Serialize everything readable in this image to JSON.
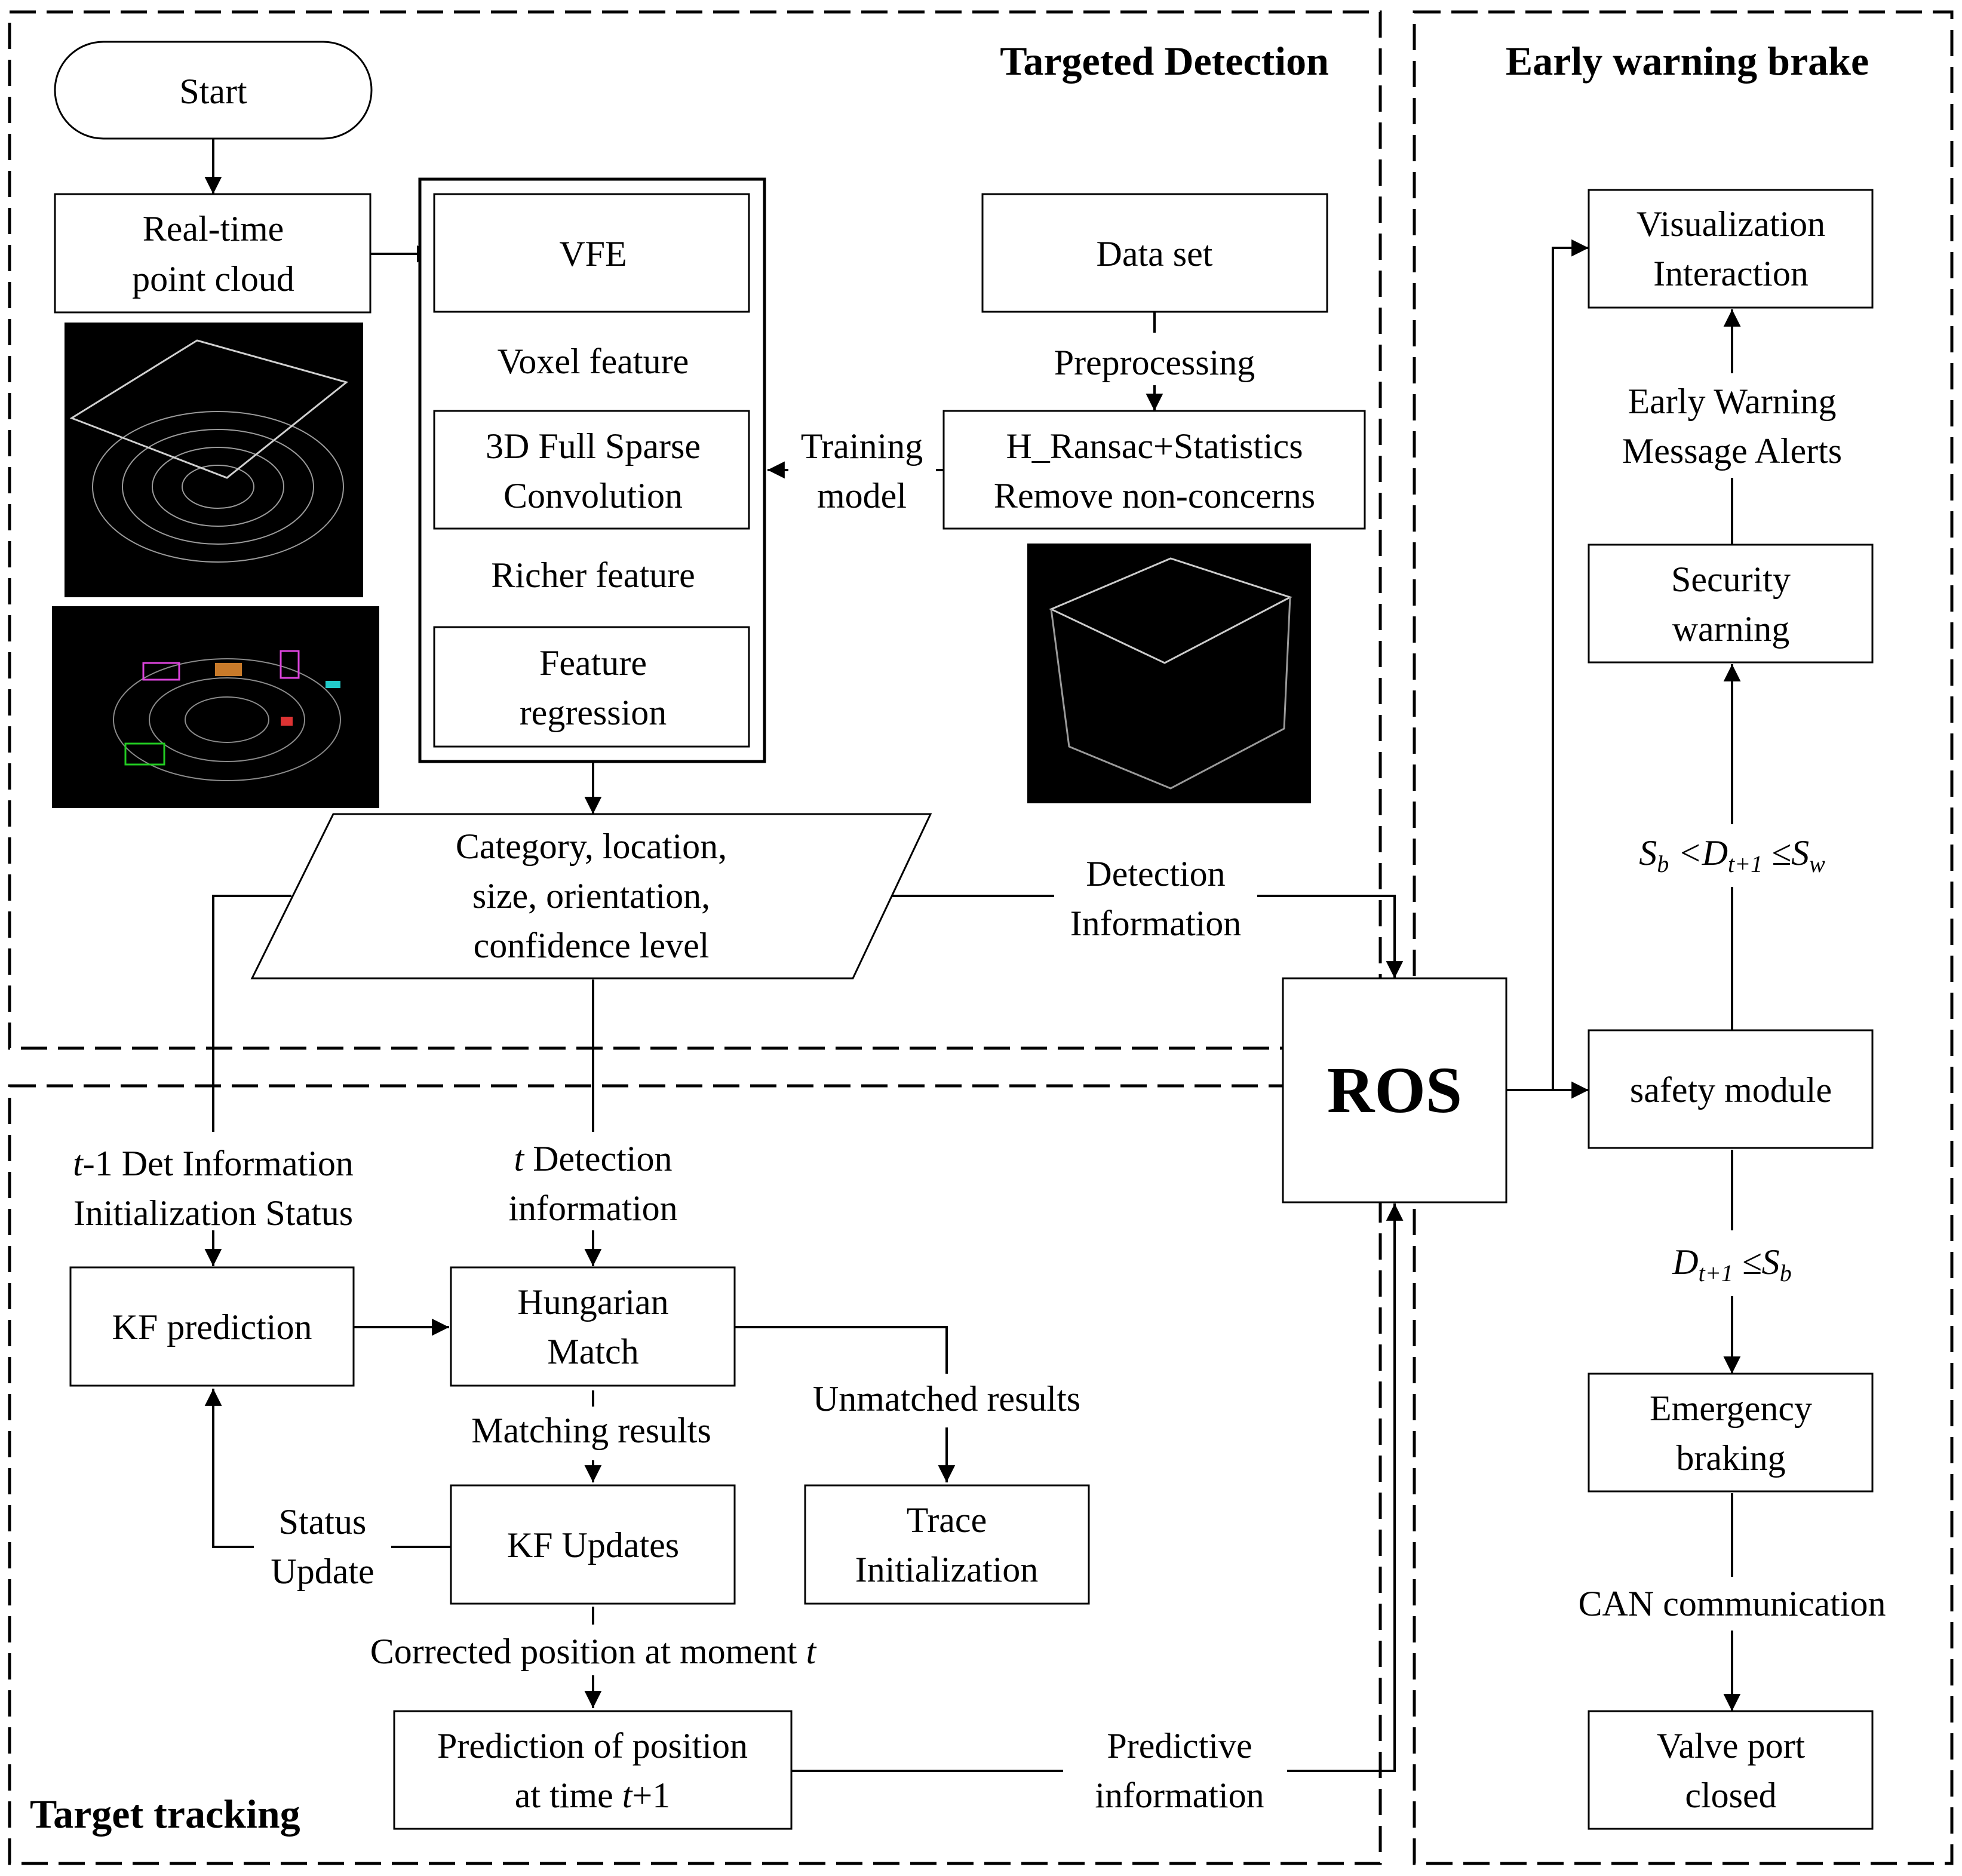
{
  "sections": {
    "detection_title": "Targeted Detection",
    "warning_title": "Early warning brake",
    "tracking_title": "Target tracking"
  },
  "nodes": {
    "start": "Start",
    "realtime_pc": [
      "Real-time",
      "point cloud"
    ],
    "vfe": "VFE",
    "sparse_conv": [
      "3D Full Sparse",
      "Convolution"
    ],
    "feature_regression": [
      "Feature",
      "regression"
    ],
    "dataset": "Data set",
    "ransac": [
      "H_Ransac+Statistics",
      "Remove non-concerns"
    ],
    "output": [
      "Category, location,",
      "size, orientation,",
      "confidence level"
    ],
    "ros": "ROS",
    "visualization": [
      "Visualization",
      "Interaction"
    ],
    "security": [
      "Security",
      "warning"
    ],
    "safety": "safety module",
    "emergency": [
      "Emergency",
      "braking"
    ],
    "valve": [
      "Valve port",
      "closed"
    ],
    "kf_prediction": "KF prediction",
    "hungarian": [
      "Hungarian",
      "Match"
    ],
    "kf_updates": "KF Updates",
    "trace_init": [
      "Trace",
      "Initialization"
    ],
    "prediction_pos": [
      "Prediction of position",
      "at time t+1"
    ]
  },
  "edges": {
    "voxel_feature": "Voxel feature",
    "richer_feature": "Richer feature",
    "preprocessing": "Preprocessing",
    "training_model": [
      "Training",
      "model"
    ],
    "detection_info": [
      "Detection",
      "Information"
    ],
    "early_warning": [
      "Early Warning",
      "Message Alerts"
    ],
    "cond_warning": "Sb <Dt+1 ≤Sw",
    "cond_brake": "Dt+1 ≤Sb",
    "can_comm": "CAN communication",
    "t1_det": [
      "t-1 Det Information",
      "Initialization Status"
    ],
    "t_det": [
      "t Detection",
      "information"
    ],
    "matching": "Matching results",
    "unmatched": "Unmatched results",
    "status_update": [
      "Status",
      "Update"
    ],
    "corrected": "Corrected position at moment t",
    "predictive": [
      "Predictive",
      "information"
    ]
  }
}
